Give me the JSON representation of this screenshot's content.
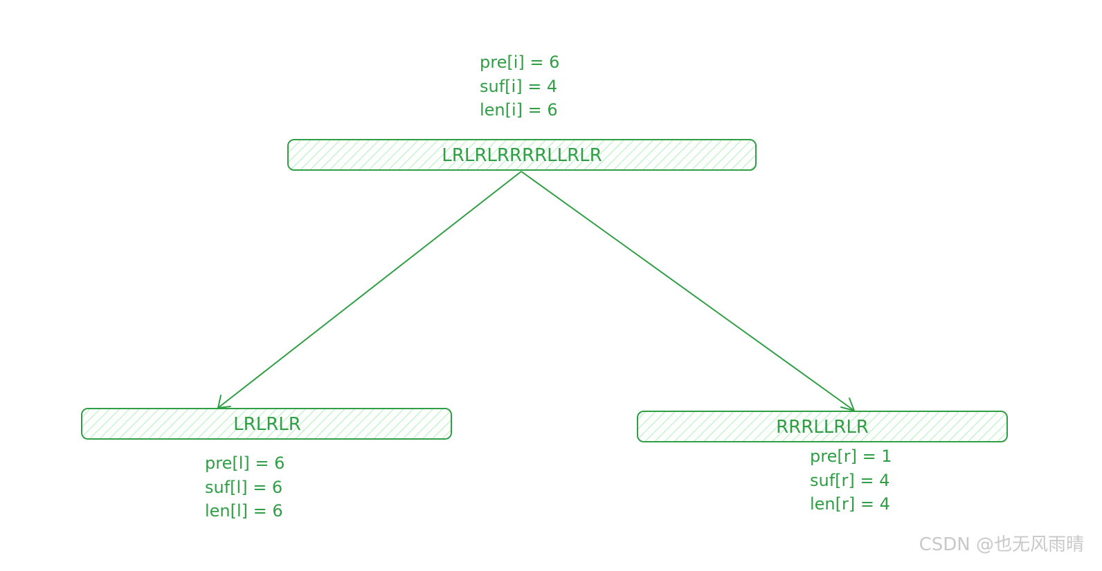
{
  "colors": {
    "stroke": "#2f9e44",
    "text": "#2f9e44",
    "hatch": "#b2f2bb",
    "watermark": "#c8c8c8"
  },
  "nodes": {
    "root": {
      "label": "LRLRLRRRRLLRLR"
    },
    "left": {
      "label": "LRLRLR"
    },
    "right": {
      "label": "RRRLLRLR"
    }
  },
  "annotations": {
    "root": [
      "pre[i] = 6",
      "suf[i] = 4",
      "len[i] = 6"
    ],
    "left": [
      "pre[l] = 6",
      "suf[l] = 6",
      "len[l] = 6"
    ],
    "right": [
      "pre[r] = 1",
      "suf[r] = 4",
      "len[r] = 4"
    ]
  },
  "watermark": "CSDN @也无风雨晴"
}
